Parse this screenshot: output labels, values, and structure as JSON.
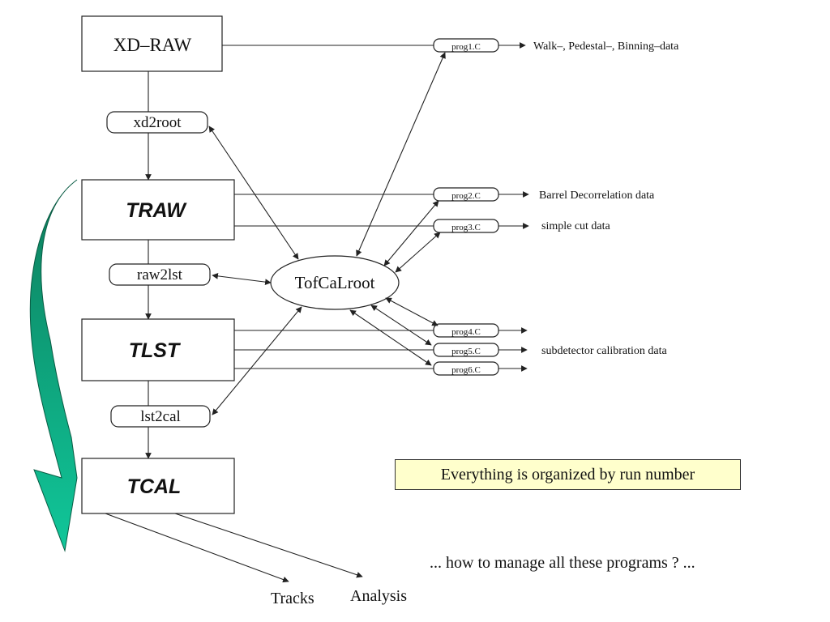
{
  "boxes": {
    "xd_raw": "XD–RAW",
    "traw": "TRAW",
    "tlst": "TLST",
    "tcal": "TCAL"
  },
  "converters": {
    "xd2root": "xd2root",
    "raw2lst": "raw2lst",
    "lst2cal": "lst2cal"
  },
  "hub": "TofCaLroot",
  "programs": {
    "prog1": "prog1.C",
    "prog2": "prog2.C",
    "prog3": "prog3.C",
    "prog4": "prog4.C",
    "prog5": "prog5.C",
    "prog6": "prog6.C"
  },
  "outputs": {
    "prog1": "Walk–, Pedestal–, Binning–data",
    "prog2": "Barrel Decorrelation data",
    "prog3": "simple cut data",
    "prog5": "subdetector calibration data"
  },
  "final_outputs": {
    "tracks": "Tracks",
    "analysis": "Analysis"
  },
  "note": "Everything is organized by run number",
  "question": "... how to manage all these programs ? ...",
  "colors": {
    "arrow_fill_top": "#0d7d5c",
    "arrow_fill_bottom": "#10c79a",
    "note_background": "#ffffcc"
  }
}
